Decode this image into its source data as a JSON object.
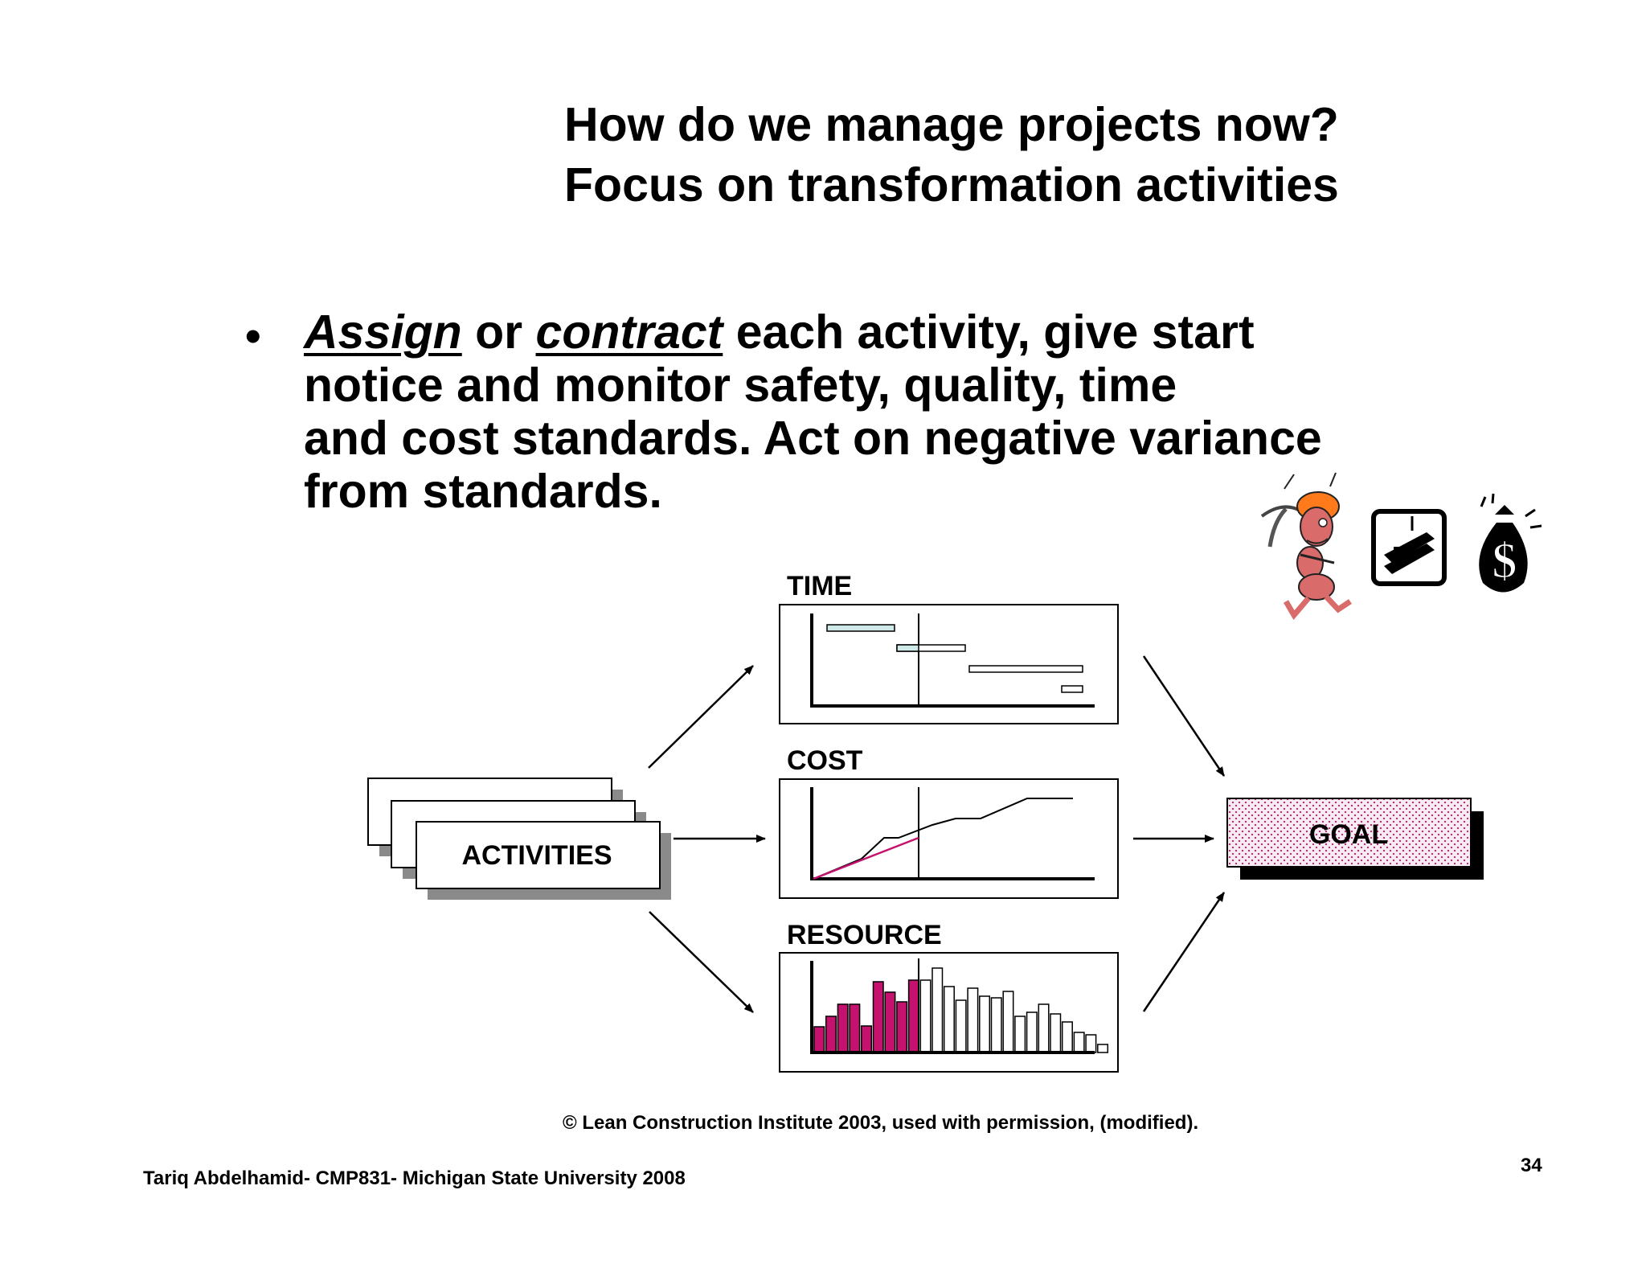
{
  "title": {
    "line1": "How do we manage projects now?",
    "line2": "Focus on transformation activities"
  },
  "bullet": {
    "word_assign": "Assign",
    "word_or": " or ",
    "word_contract": "contract",
    "rest_line1": " each activity, give start",
    "line2": "notice and monitor safety, quality, time",
    "line3": "and cost standards. Act on negative variance",
    "line4": "from standards."
  },
  "diagram": {
    "activities_label": "ACTIVITIES",
    "time_label": "TIME",
    "cost_label": "COST",
    "resource_label": "RESOURCE",
    "goal_label": "GOAL",
    "accent_color": "#c4126e",
    "gantt_color": "#cfe8e8",
    "icons": [
      "ant-worker-icon",
      "steel-beam-icon",
      "money-bag-icon"
    ]
  },
  "credit": "© Lean Construction Institute 2003, used with permission, (modified).",
  "footer": "Tariq Abdelhamid- CMP831- Michigan State University 2008",
  "page_number": "34"
}
